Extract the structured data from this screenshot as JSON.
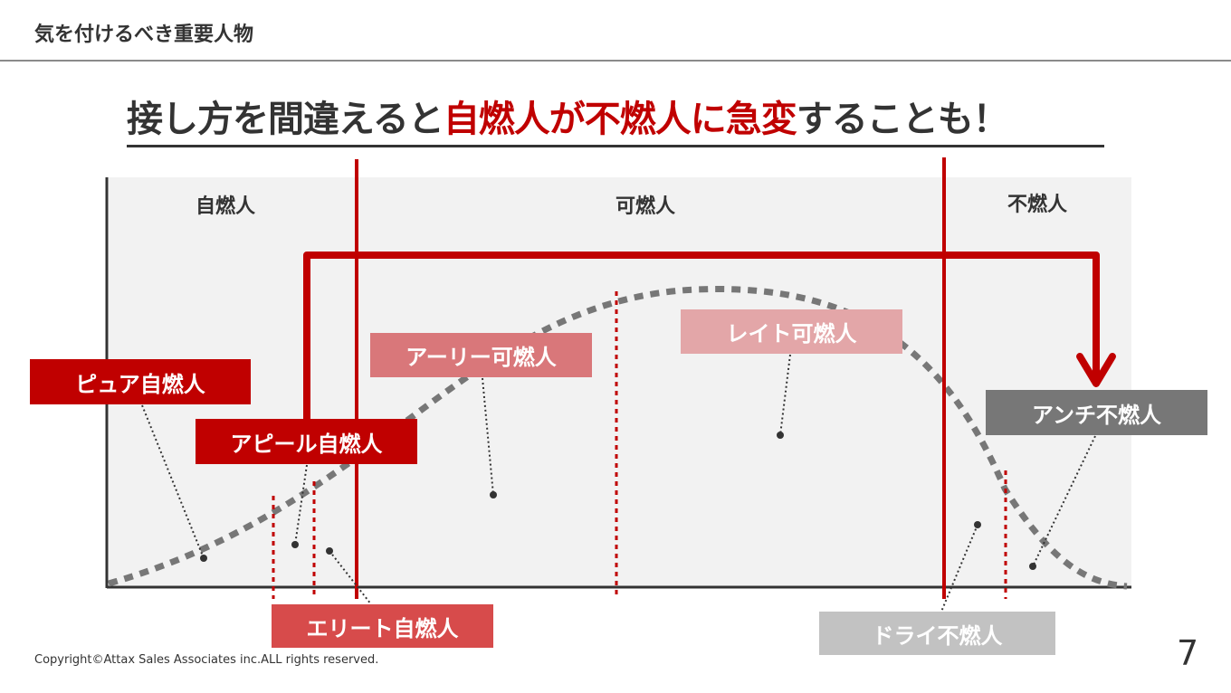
{
  "header": {
    "title": "気を付けるべき重要人物"
  },
  "headline": {
    "part1": "接し方を間違えると",
    "part2": "自燃人が不燃人に急変",
    "part3": "することも！"
  },
  "zones": {
    "left": "自燃人",
    "middle": "可燃人",
    "right": "不燃人"
  },
  "labels": {
    "pure": "ピュア自燃人",
    "appeal": "アピール自燃人",
    "elite": "エリート自燃人",
    "early": "アーリー可燃人",
    "late": "レイト可燃人",
    "dry": "ドライ不燃人",
    "anti": "アンチ不燃人"
  },
  "colors": {
    "accent_red": "#c00000",
    "elite_red": "#d74b4b",
    "early_pink": "#d9777a",
    "late_pink": "#e3a6a8",
    "anti_gray": "#777777",
    "dry_gray": "#c2c2c2",
    "curve_gray": "#777777",
    "panel_bg": "#f2f2f2"
  },
  "footer": {
    "copyright": "Copyright©Attax Sales Associates inc.ALL rights reserved.",
    "page": "7"
  }
}
